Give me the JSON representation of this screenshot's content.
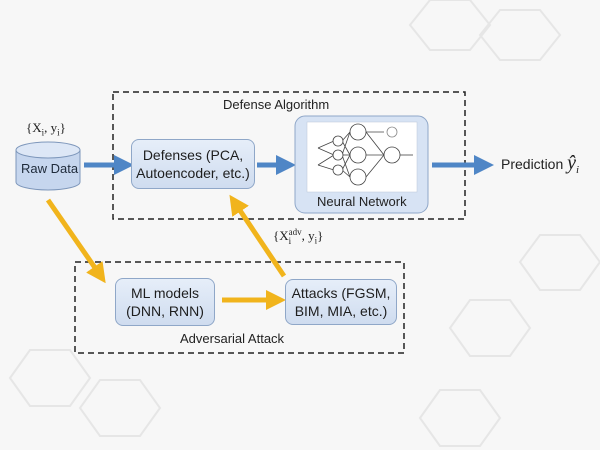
{
  "regions": {
    "defense": {
      "label": "Defense Algorithm"
    },
    "attack": {
      "label": "Adversarial Attack"
    }
  },
  "nodes": {
    "raw_data": {
      "label": "Raw Data",
      "shape": "cylinder"
    },
    "defenses": {
      "line1": "Defenses (PCA,",
      "line2": "Autoencoder, etc.)"
    },
    "neural_network": {
      "label": "Neural Network"
    },
    "ml_models": {
      "line1": "ML models",
      "line2": "(DNN, RNN)"
    },
    "attacks": {
      "line1": "Attacks (FGSM,",
      "line2": "BIM, MIA, etc.)"
    }
  },
  "labels": {
    "input": {
      "open": "{X",
      "sub": "i",
      "mid": ", y",
      "sub2": "i",
      "close": "}"
    },
    "adv": {
      "open": "{X",
      "sup": "adv",
      "sub": "i",
      "mid": ", y",
      "sub2": "i",
      "close": "}"
    },
    "prediction": {
      "text": "Prediction",
      "symbol": "ŷ",
      "sub": "i"
    }
  },
  "colors": {
    "blue_arrow": "#4f86c6",
    "gold_arrow": "#f1b41c",
    "node_fill": "#dbe5f4",
    "node_border": "#8fa7c8"
  }
}
